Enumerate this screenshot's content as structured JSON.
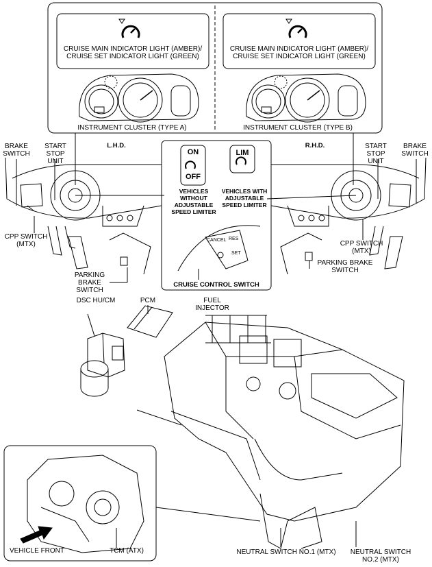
{
  "callout_left": {
    "title": "CRUISE MAIN INDICATOR LIGHT (AMBER)/ CRUISE SET INDICATOR LIGHT (GREEN)",
    "cluster": "INSTRUMENT CLUSTER (TYPE A)"
  },
  "callout_right": {
    "title": "CRUISE MAIN INDICATOR LIGHT (AMBER)/ CRUISE SET INDICATOR LIGHT (GREEN)",
    "cluster": "INSTRUMENT CLUSTER (TYPE B)"
  },
  "lhd": {
    "side": "L.H.D.",
    "brake": "BRAKE SWITCH",
    "start_stop": "START STOP UNIT",
    "cpp": "CPP SWITCH (MTX)",
    "parking": "PARKING BRAKE SWITCH"
  },
  "rhd": {
    "side": "R.H.D.",
    "brake": "BRAKE SWITCH",
    "start_stop": "START STOP UNIT",
    "cpp": "CPP SWITCH (MTX)",
    "parking": "PARKING BRAKE SWITCH"
  },
  "cruise_panel": {
    "on": "ON",
    "off": "OFF",
    "lim": "LIM",
    "without": "VEHICLES WITHOUT ADJUSTABLE SPEED LIMITER",
    "with": "VEHICLES WITH ADJUSTABLE SPEED LIMITER",
    "switch_cancel": "CANCEL",
    "switch_res": "RES",
    "switch_set": "SET",
    "caption": "CRUISE CONTROL SWITCH"
  },
  "engine": {
    "dsc": "DSC HU/CM",
    "pcm": "PCM",
    "fuel": "FUEL INJECTOR",
    "neutral1": "NEUTRAL SWITCH NO.1 (MTX)",
    "neutral2": "NEUTRAL SWITCH NO.2 (MTX)"
  },
  "transaxle": {
    "front": "VEHICLE FRONT",
    "tcm": "TCM (ATX)"
  }
}
